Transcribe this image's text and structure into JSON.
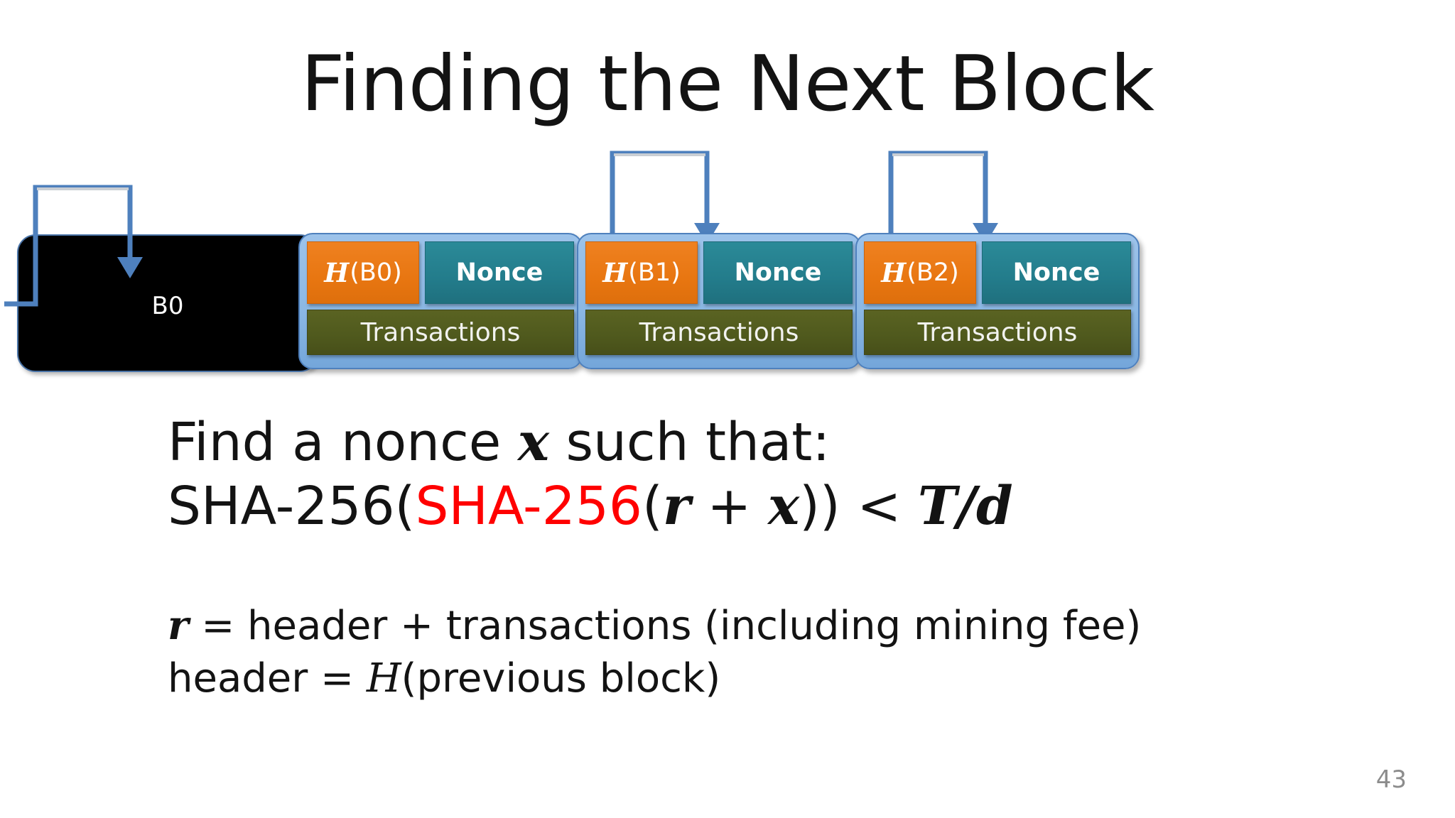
{
  "slide": {
    "title": "Finding the Next Block",
    "page_number": "43",
    "background_color": "#ffffff"
  },
  "diagram": {
    "genesis_block": {
      "label": "B0",
      "fill_color": "#000000",
      "text_color": "#ffffff",
      "border_color": "#4a74a8"
    },
    "connector_color": "#4e80bd",
    "blocks": [
      {
        "hash_prefix": "H",
        "hash_arg": "(B0)",
        "nonce_label": "Nonce",
        "transactions_label": "Transactions",
        "hash_color": "#e87611",
        "nonce_color": "#237c8b",
        "transactions_color": "#4f591d",
        "frame_color": "#8cb8e4"
      },
      {
        "hash_prefix": "H",
        "hash_arg": "(B1)",
        "nonce_label": "Nonce",
        "transactions_label": "Transactions",
        "hash_color": "#e87611",
        "nonce_color": "#237c8b",
        "transactions_color": "#4f591d",
        "frame_color": "#8cb8e4"
      },
      {
        "hash_prefix": "H",
        "hash_arg": "(B2)",
        "nonce_label": "Nonce",
        "transactions_label": "Transactions",
        "hash_color": "#e87611",
        "nonce_color": "#237c8b",
        "transactions_color": "#4f591d",
        "frame_color": "#8cb8e4"
      }
    ]
  },
  "body": {
    "line1": {
      "pre": "Find a nonce ",
      "var": "x",
      "post": " such that:"
    },
    "line2": {
      "outer_fn": "SHA-256(",
      "inner_fn": "SHA-256",
      "inner_open": "(",
      "var_r": "r",
      "plus": " + ",
      "var_x": "x",
      "close": ")) ",
      "relation": "< ",
      "var_T": "T",
      "slash": "/",
      "var_d": "d",
      "inner_fn_color": "#ff0000"
    }
  },
  "notes": {
    "line1": {
      "var": "r",
      "text": " = header + transactions (including mining fee)"
    },
    "line2": {
      "pre": "header = ",
      "var": "H",
      "post": "(previous block)"
    }
  }
}
